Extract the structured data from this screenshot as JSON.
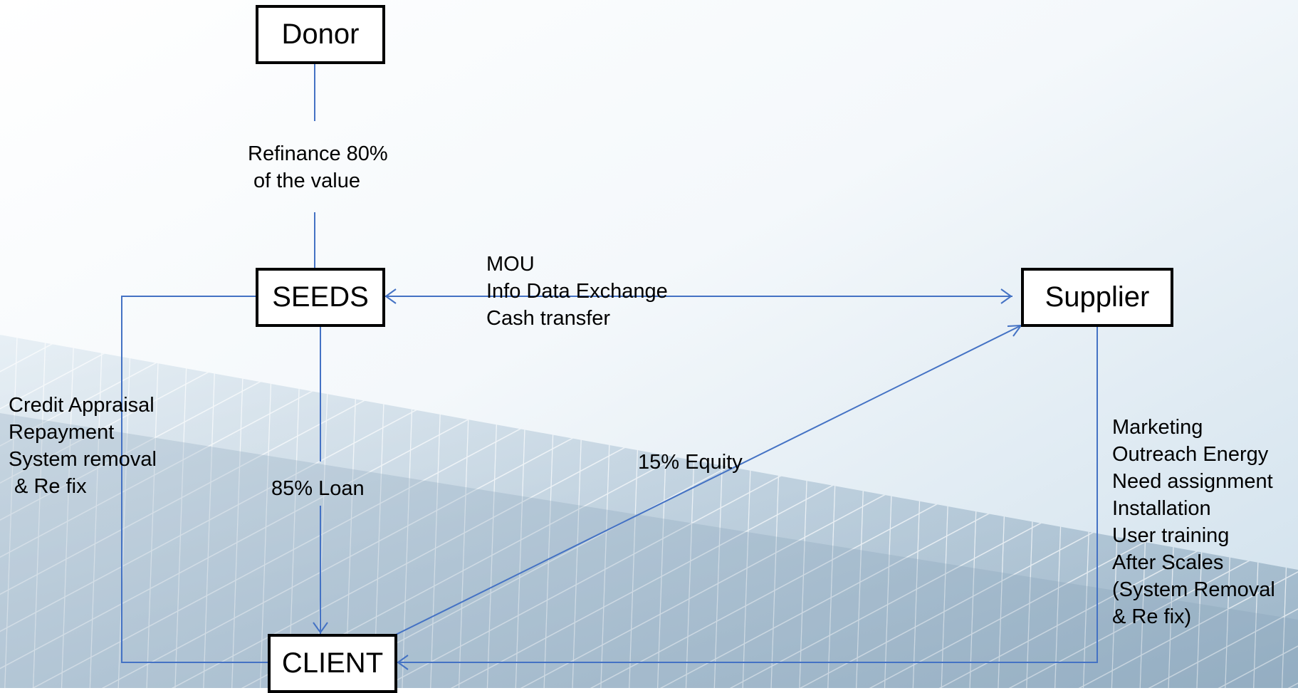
{
  "nodes": {
    "donor": "Donor",
    "seeds": "SEEDS",
    "supplier": "Supplier",
    "client": "CLIENT"
  },
  "labels": {
    "refinance": [
      "Refinance 80%",
      " of the value"
    ],
    "mou": [
      "MOU",
      "Info Data Exchange",
      "Cash transfer"
    ],
    "seeds_client_service": [
      "Credit Appraisal",
      "Repayment",
      "System removal",
      " & Re fix"
    ],
    "loan": "85% Loan",
    "equity": "15% Equity",
    "supplier_services": [
      "Marketing",
      "Outreach Energy",
      "Need assignment",
      "Installation",
      "User training",
      "After Scales",
      "(System Removal",
      "& Re fix)"
    ]
  },
  "colors": {
    "line": "#4472c4",
    "box_border": "#000000",
    "text": "#000000"
  }
}
